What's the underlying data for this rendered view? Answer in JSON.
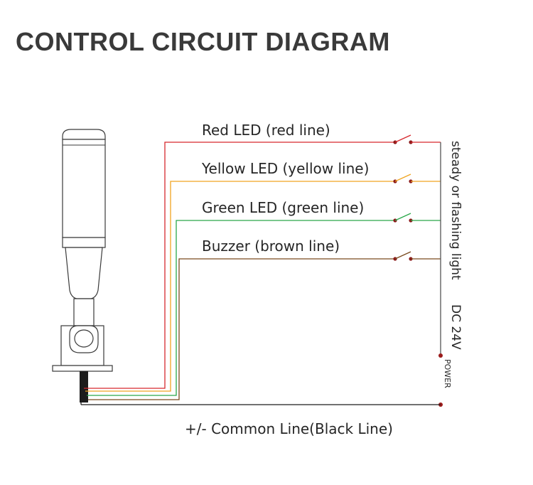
{
  "title": "CONTROL CIRCUIT DIAGRAM",
  "lines": [
    {
      "label": "Red LED (red line)",
      "color": "#d6282e"
    },
    {
      "label": "Yellow LED (yellow line)",
      "color": "#f0a521"
    },
    {
      "label": "Green LED (green line)",
      "color": "#2aa84a"
    },
    {
      "label": "Buzzer (brown line)",
      "color": "#7a4a1e"
    }
  ],
  "mode_label": "steady or flashing light",
  "voltage_label": "DC 24V",
  "power_label": "POWER",
  "common_label": "+/- Common Line(Black Line)"
}
